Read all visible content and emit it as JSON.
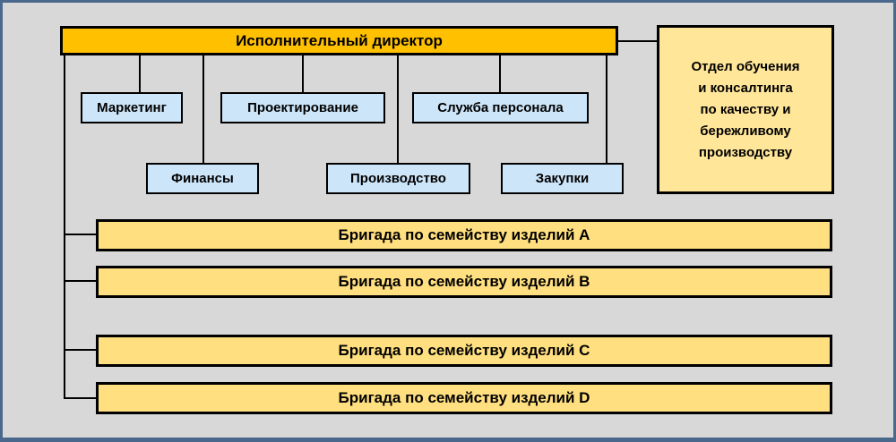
{
  "canvas": {
    "background_color": "#D8D8D8",
    "frame_color": "#4A678C",
    "line_color": "#000000"
  },
  "org_chart": {
    "root": {
      "label": "Исполнительный директор",
      "fill": "#FFC000"
    },
    "side_box": {
      "label": "Отдел обучения и консалтинга по качеству и бережливому производству",
      "lines": [
        "Отдел обучения",
        "и консалтинга",
        "по качеству и",
        "бережливому",
        "производству"
      ],
      "fill": "#FFE699"
    },
    "department_fill": "#CDE5F9",
    "departments": [
      {
        "label": "Маркетинг"
      },
      {
        "label": "Проектирование"
      },
      {
        "label": "Служба персонала"
      },
      {
        "label": "Финансы"
      },
      {
        "label": "Производство"
      },
      {
        "label": "Закупки"
      }
    ],
    "team_fill": "#FFDF7F",
    "teams": [
      {
        "label": "Бригада по семейству изделий A"
      },
      {
        "label": "Бригада по семейству изделий B"
      },
      {
        "label": "Бригада по семейству изделий C"
      },
      {
        "label": "Бригада по семейству изделий D"
      }
    ]
  }
}
